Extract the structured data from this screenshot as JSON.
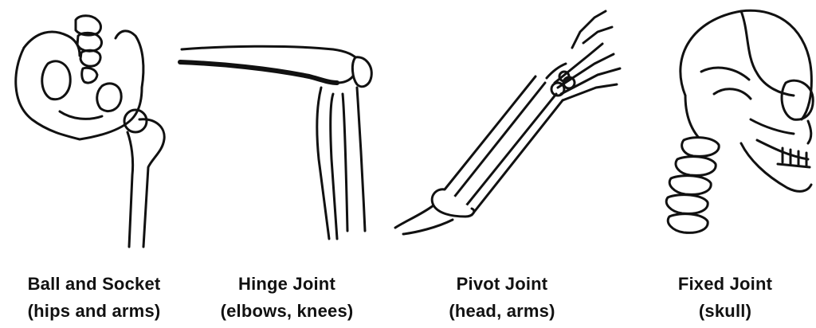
{
  "joints": [
    {
      "name": "Ball and Socket",
      "examples": "(hips and arms)",
      "icon": "hip-joint-illustration"
    },
    {
      "name": "Hinge Joint",
      "examples": "(elbows, knees)",
      "icon": "knee-joint-illustration"
    },
    {
      "name": "Pivot Joint",
      "examples": "(head, arms)",
      "icon": "forearm-illustration"
    },
    {
      "name": "Fixed Joint",
      "examples": "(skull)",
      "icon": "skull-illustration"
    }
  ]
}
